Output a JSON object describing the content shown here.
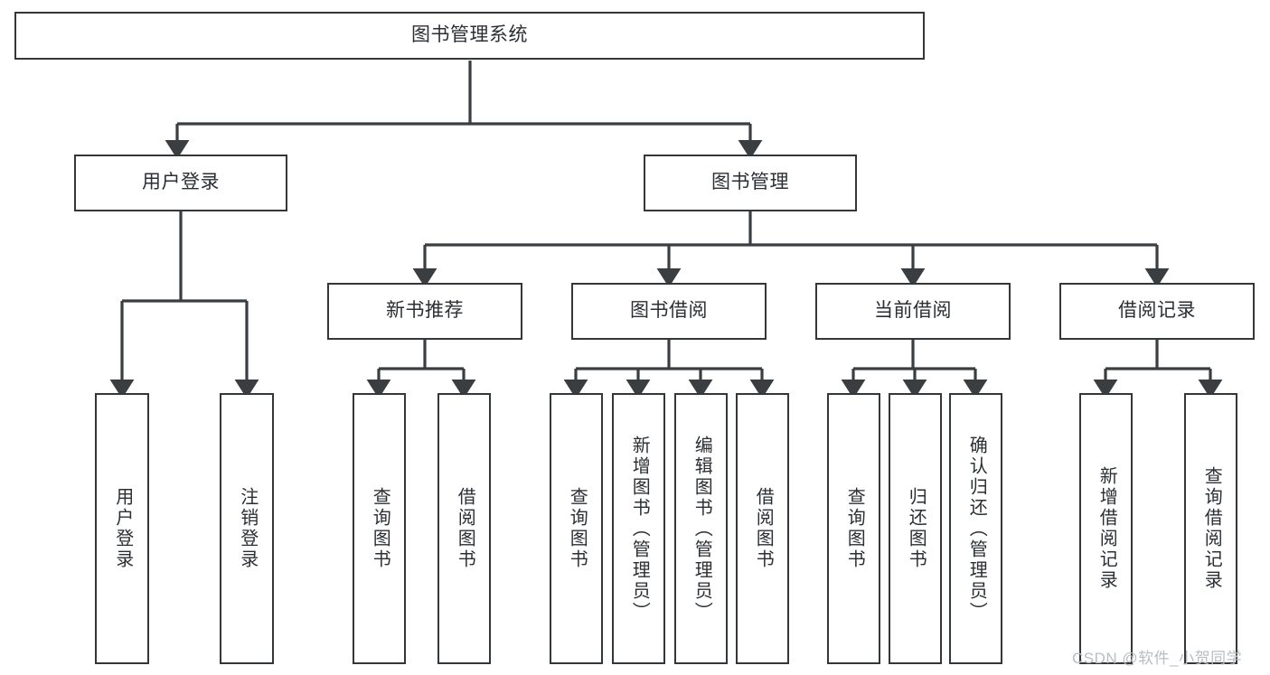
{
  "diagram": {
    "title": "图书管理系统",
    "type": "hierarchy-tree",
    "background_color": "#ffffff",
    "box_border_color": "#33373a",
    "connector_color": "#3a3e41",
    "text_color": "#2b2f33",
    "levels": [
      {
        "level": 1,
        "nodes": [
          {
            "id": "root",
            "label": "图书管理系统",
            "orientation": "horizontal"
          }
        ]
      },
      {
        "level": 2,
        "nodes": [
          {
            "id": "login",
            "label": "用户登录",
            "orientation": "horizontal"
          },
          {
            "id": "bookmgmt",
            "label": "图书管理",
            "orientation": "horizontal"
          }
        ]
      },
      {
        "level": 3,
        "nodes": [
          {
            "id": "newbook",
            "label": "新书推荐",
            "orientation": "horizontal"
          },
          {
            "id": "borrow",
            "label": "图书借阅",
            "orientation": "horizontal"
          },
          {
            "id": "current",
            "label": "当前借阅",
            "orientation": "horizontal"
          },
          {
            "id": "record",
            "label": "借阅记录",
            "orientation": "horizontal"
          }
        ]
      },
      {
        "level": 4,
        "nodes": [
          {
            "id": "leaf-1",
            "label": "用户登录",
            "orientation": "vertical",
            "parent": "login"
          },
          {
            "id": "leaf-2",
            "label": "注销登录",
            "orientation": "vertical",
            "parent": "login"
          },
          {
            "id": "leaf-3",
            "label": "查询图书",
            "orientation": "vertical",
            "parent": "newbook"
          },
          {
            "id": "leaf-4",
            "label": "借阅图书",
            "orientation": "vertical",
            "parent": "newbook"
          },
          {
            "id": "leaf-5",
            "label": "查询图书",
            "orientation": "vertical",
            "parent": "borrow"
          },
          {
            "id": "leaf-6",
            "label": "新增图书（管理员）",
            "orientation": "vertical",
            "parent": "borrow"
          },
          {
            "id": "leaf-7",
            "label": "编辑图书（管理员）",
            "orientation": "vertical",
            "parent": "borrow"
          },
          {
            "id": "leaf-8",
            "label": "借阅图书",
            "orientation": "vertical",
            "parent": "borrow"
          },
          {
            "id": "leaf-9",
            "label": "查询图书",
            "orientation": "vertical",
            "parent": "current"
          },
          {
            "id": "leaf-10",
            "label": "归还图书",
            "orientation": "vertical",
            "parent": "current"
          },
          {
            "id": "leaf-11",
            "label": "确认归还（管理员）",
            "orientation": "vertical",
            "parent": "current"
          },
          {
            "id": "leaf-12",
            "label": "新增借阅记录",
            "orientation": "vertical",
            "parent": "record"
          },
          {
            "id": "leaf-13",
            "label": "查询借阅记录",
            "orientation": "vertical",
            "parent": "record"
          }
        ]
      }
    ]
  },
  "watermark": {
    "text": "CSDN @软件_小贺同学"
  }
}
